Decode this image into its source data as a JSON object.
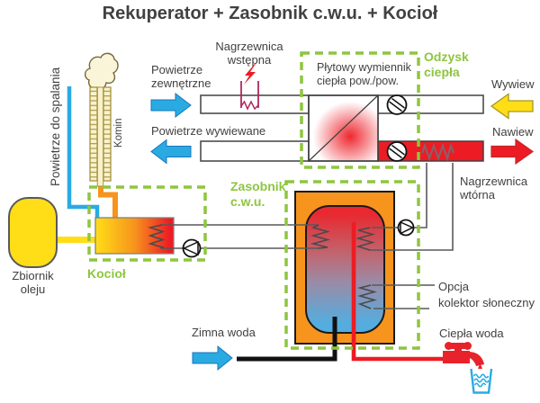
{
  "title": "Rekuperator + Zasobnik c.w.u. + Kocioł",
  "colors": {
    "green_accent": "#8DC63F",
    "blue": "#29ABE2",
    "yellow": "#FFDE17",
    "orange": "#F7941D",
    "red": "#ED1C24",
    "text": "#414042"
  },
  "labels": {
    "combustion_air": "Powietrze do spalania",
    "chimney": "Komin",
    "oil_tank": "Zbiornik\noleju",
    "boiler": "Kocioł",
    "outside_air": "Powietrze\nzewnętrzne",
    "preheater": "Nagrzewnica\nwstępna",
    "exhaust_air": "Powietrze wywiewane",
    "plate_exchanger": "Płytowy wymiennik\nciepła pow./pow.",
    "heat_recovery": "Odzysk\nciepła",
    "extract_air": "Wywiew",
    "supply_air": "Nawiew",
    "secondary_heater": "Nagrzewnica\nwtórna",
    "dhw_tank": "Zasobnik\nc.w.u.",
    "solar_option": "Opcja\nkolektor słoneczny",
    "cold_water": "Zimna woda",
    "hot_water": "Ciepła woda"
  }
}
